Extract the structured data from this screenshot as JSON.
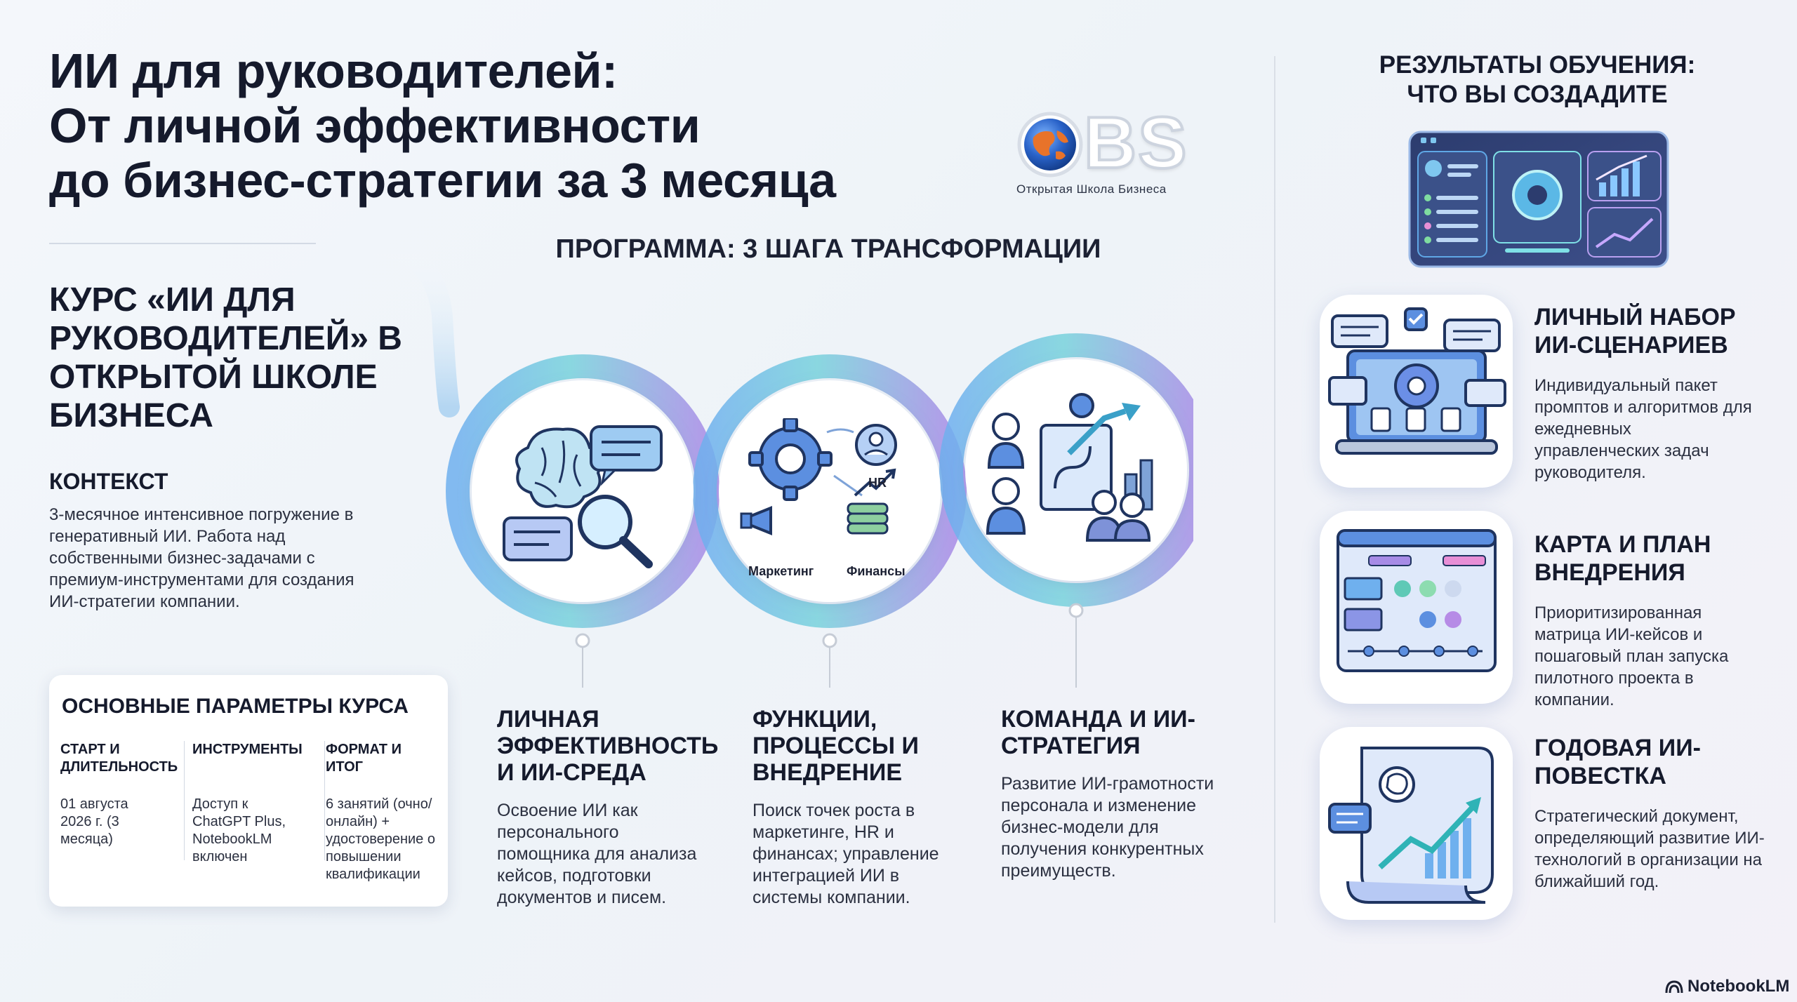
{
  "header": {
    "title_lines": [
      "ИИ для руководителей:",
      "От личной эффективности",
      "до бизнес-стратегии за 3 месяца"
    ]
  },
  "logo": {
    "brand": "BS",
    "subtitle": "Открытая Школа Бизнеса",
    "icon": "globe-icon"
  },
  "left": {
    "course_title": "КУРС «ИИ ДЛЯ РУКОВОДИТЕЛЕЙ» В ОТКРЫТОЙ ШКОЛЕ БИЗНЕСА",
    "context_label": "КОНТЕКСТ",
    "context_text": "3-месячное интенсивное погружение в генеративный ИИ. Работа над собственными бизнес-задачами с премиум-инструментами для создания ИИ-стратегии компании.",
    "params": {
      "title": "ОСНОВНЫЕ ПАРАМЕТРЫ КУРСА",
      "columns": [
        {
          "head": "СТАРТ И ДЛИТЕЛЬНОСТЬ",
          "value": "01 августа 2026 г. (3 месяца)"
        },
        {
          "head": "ИНСТРУМЕНТЫ",
          "value": "Доступ к ChatGPT Plus, NotebookLM включен"
        },
        {
          "head": "ФОРМАТ И ИТОГ",
          "value": "6 занятий (очно/онлайн) + удостоверение о повышении квалификации"
        }
      ]
    }
  },
  "program": {
    "title": "ПРОГРАММА: 3 ШАГА ТРАНСФОРМАЦИИ",
    "icon_labels": {
      "hr": "HR",
      "marketing": "Маркетинг",
      "finance": "Финансы"
    },
    "steps": [
      {
        "title": "ЛИЧНАЯ ЭФФЕКТИВНОСТЬ И ИИ-СРЕДА",
        "desc": "Освоение ИИ как персонального помощника для анализа кейсов, подготовки документов и писем.",
        "icon": "brain-search-icon"
      },
      {
        "title": "ФУНКЦИИ, ПРОЦЕССЫ И ВНЕДРЕНИЕ",
        "desc": "Поиск точек роста в маркетинге, HR и финансах; управление интеграцией ИИ в системы компании.",
        "icon": "gear-processes-icon"
      },
      {
        "title": "КОМАНДА И ИИ-СТРАТЕГИЯ",
        "desc": "Развитие ИИ-грамотности персонала и изменение бизнес-модели для получения конкурентных преимуществ.",
        "icon": "team-strategy-icon"
      }
    ]
  },
  "results": {
    "title_line1": "РЕЗУЛЬТАТЫ ОБУЧЕНИЯ:",
    "title_line2": "ЧТО ВЫ СОЗДАДИТЕ",
    "items": [
      {
        "title": "ЛИЧНЫЙ НАБОР ИИ-СЦЕНАРИЕВ",
        "desc": "Индивидуальный пакет промптов и алгоритмов для ежедневных управленческих задач руководителя.",
        "icon": "laptop-scenarios-icon"
      },
      {
        "title": "КАРТА И ПЛАН ВНЕДРЕНИЯ",
        "desc": "Приоритизированная матрица ИИ-кейсов и пошаговый план запуска пилотного проекта в компании.",
        "icon": "matrix-plan-icon"
      },
      {
        "title": "ГОДОВАЯ ИИ-ПОВЕСТКА",
        "desc": "Стратегический документ, определяющий развитие ИИ-технологий в организации на ближайший год.",
        "icon": "scroll-agenda-icon"
      }
    ]
  },
  "footer": {
    "badge": "NotebookLM"
  },
  "colors": {
    "accent_blue": "#4f8fe6",
    "accent_teal": "#5fc9d6",
    "accent_purple": "#a08ae6",
    "text_dark": "#151a2c"
  }
}
